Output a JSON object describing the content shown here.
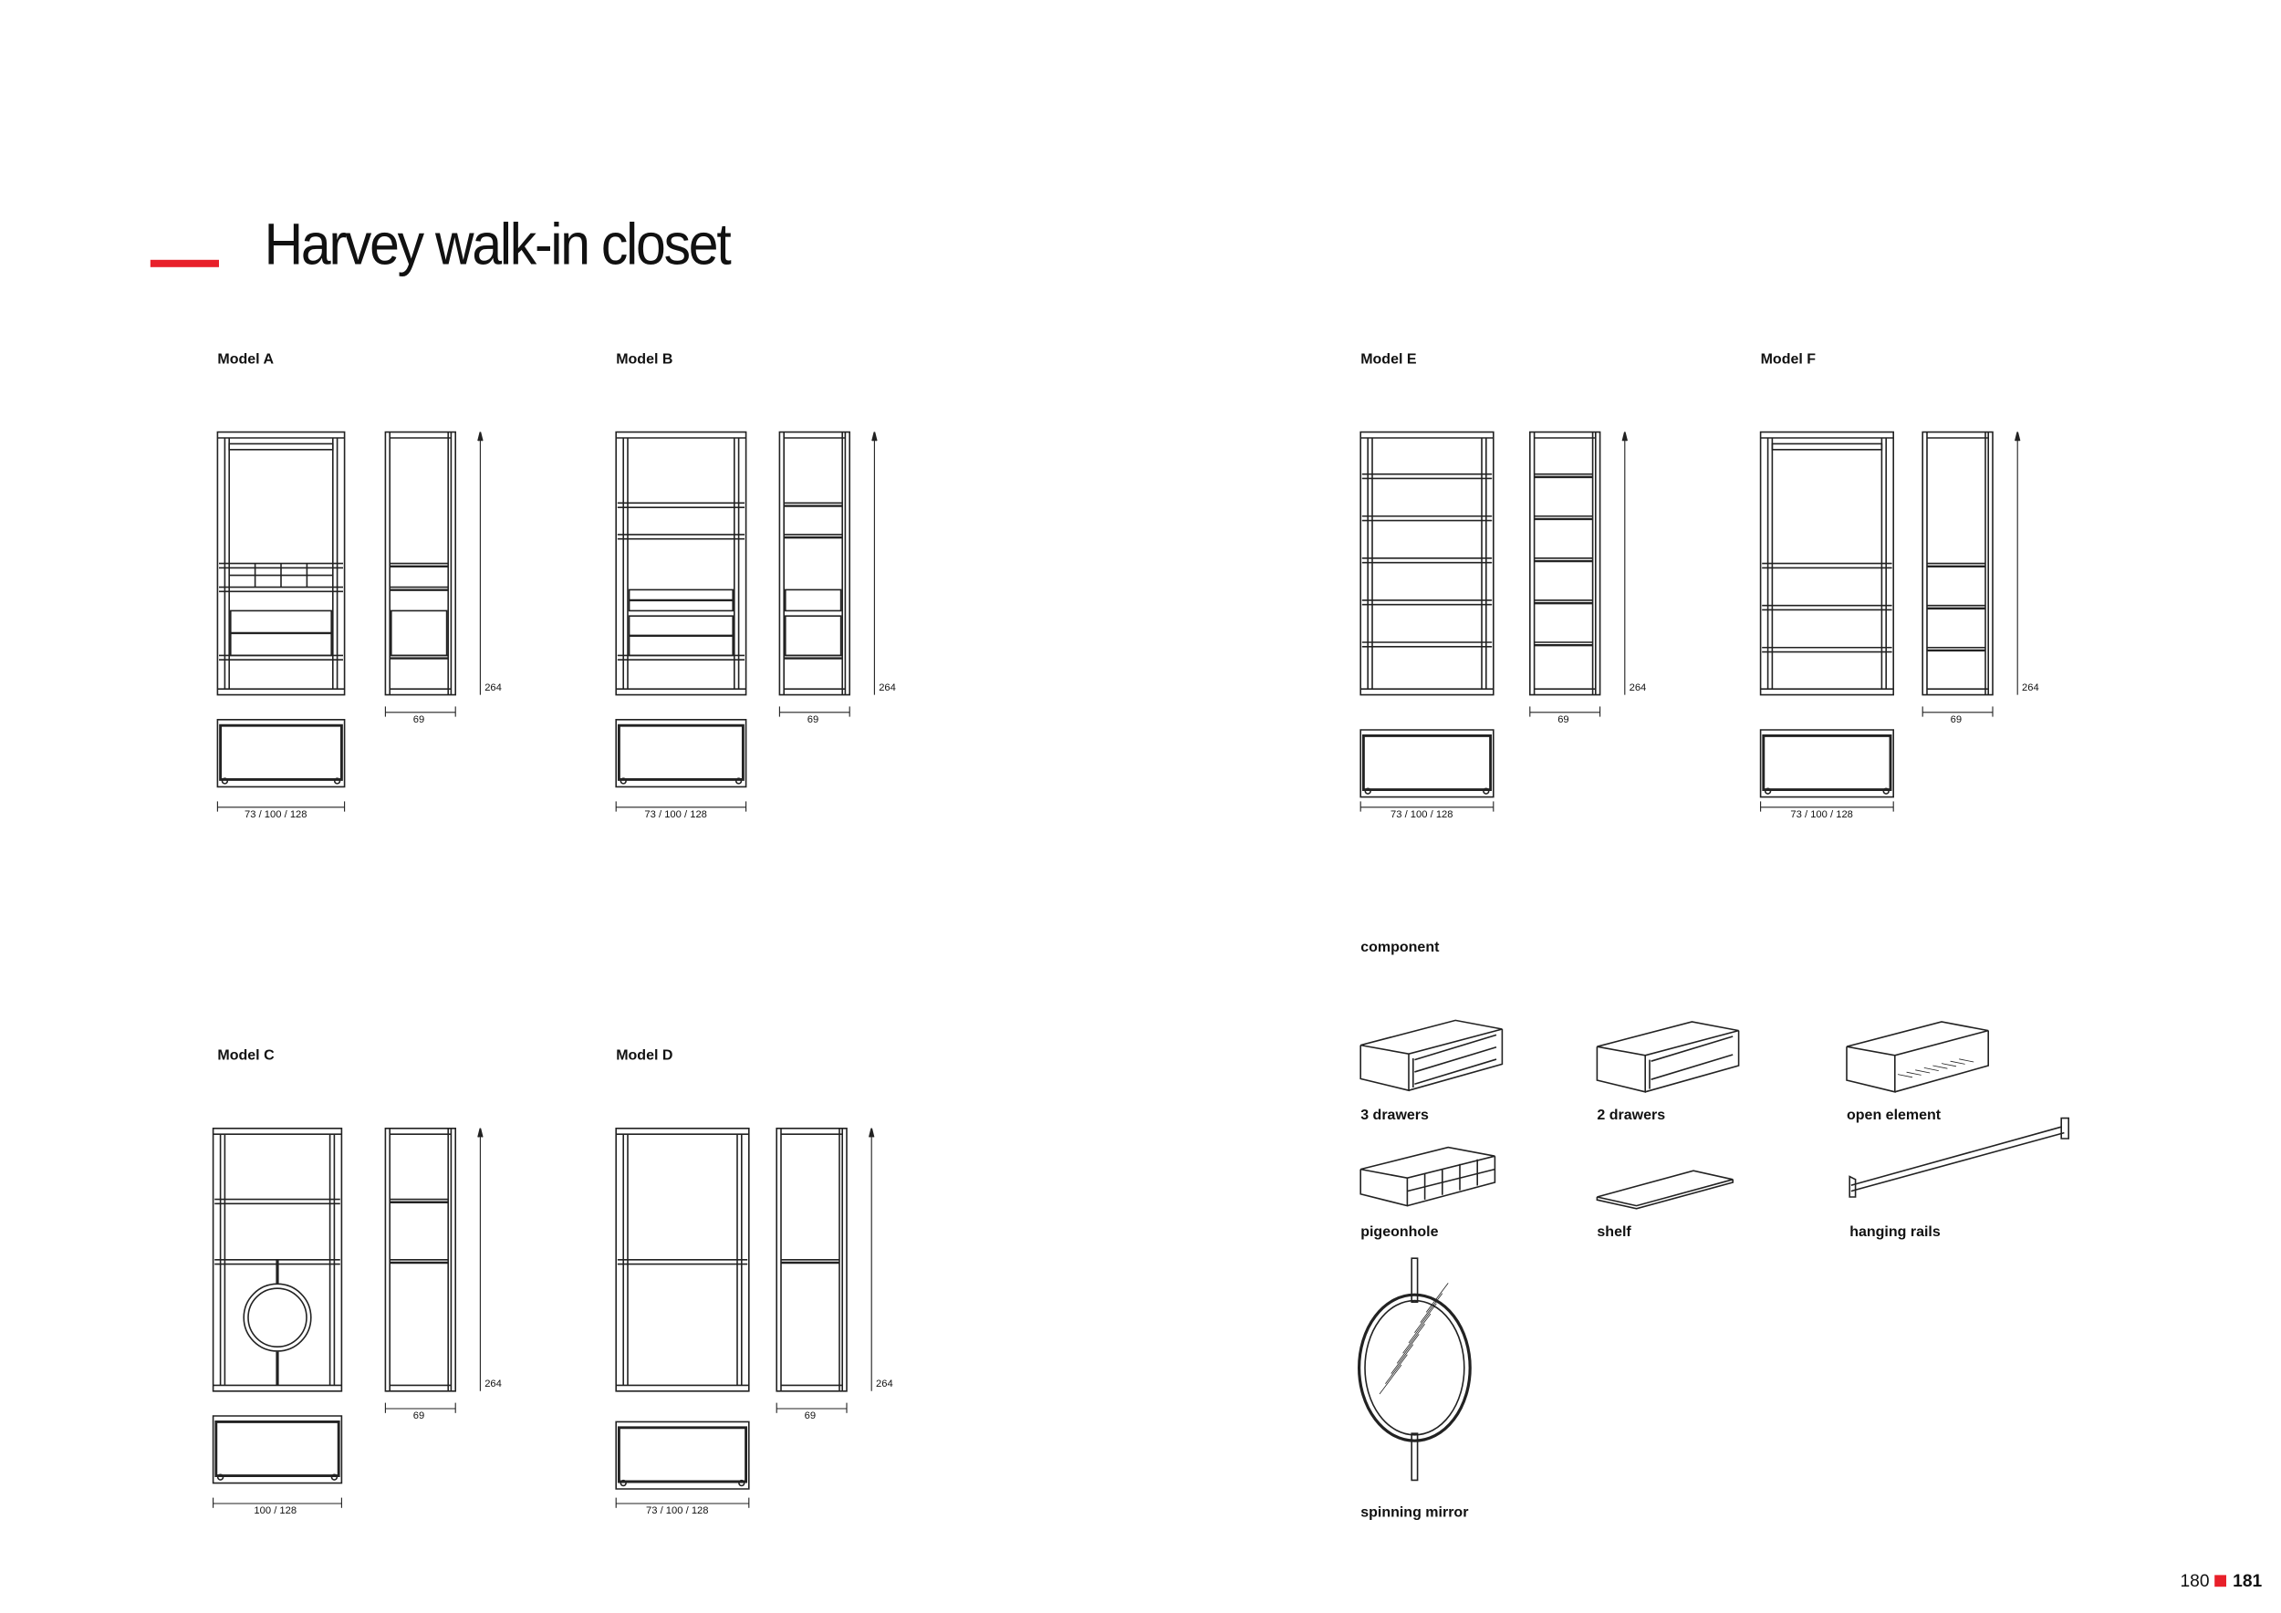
{
  "header": {
    "title": "Harvey walk-in closet",
    "accent_color": "#e8202a"
  },
  "models": [
    {
      "id": "A",
      "label": "Model A",
      "height": "264",
      "depth": "69",
      "widths": "73 / 100 / 128"
    },
    {
      "id": "B",
      "label": "Model B",
      "height": "264",
      "depth": "69",
      "widths": "73 / 100 / 128"
    },
    {
      "id": "C",
      "label": "Model C",
      "height": "264",
      "depth": "69",
      "widths": "100 / 128"
    },
    {
      "id": "D",
      "label": "Model D",
      "height": "264",
      "depth": "69",
      "widths": "73 / 100 / 128"
    },
    {
      "id": "E",
      "label": "Model E",
      "height": "264",
      "depth": "69",
      "widths": "73 / 100 / 128"
    },
    {
      "id": "F",
      "label": "Model F",
      "height": "264",
      "depth": "69",
      "widths": "73 / 100 / 128"
    }
  ],
  "components": {
    "heading": "component",
    "items": [
      "3 drawers",
      "2 drawers",
      "open element",
      "pigeonhole",
      "shelf",
      "hanging rails",
      "spinning mirror"
    ]
  },
  "page_numbers": {
    "left": "180",
    "right": "181"
  }
}
